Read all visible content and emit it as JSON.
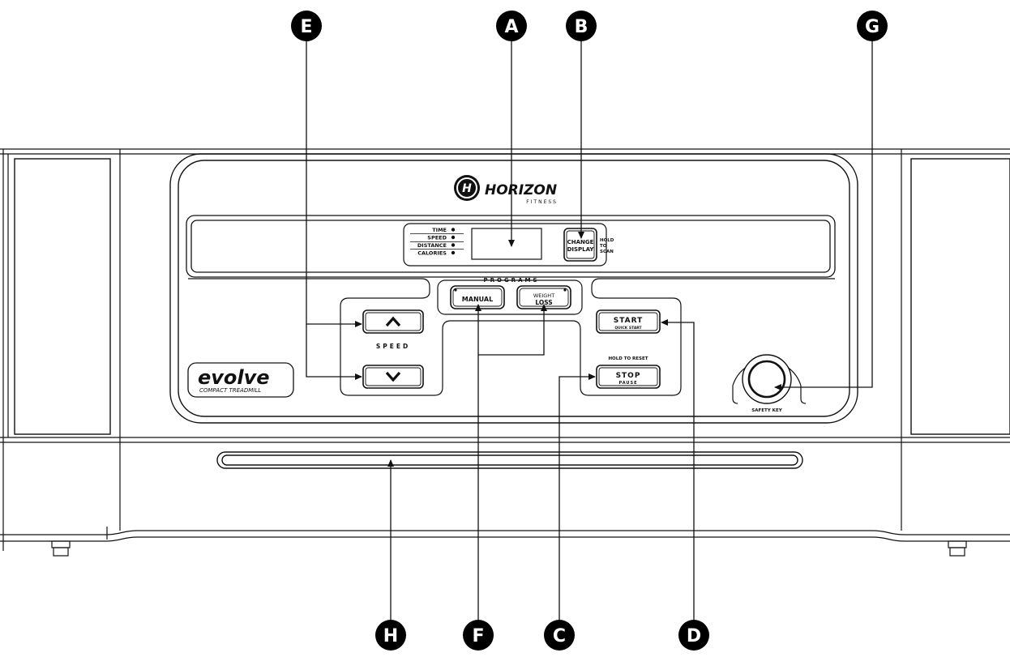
{
  "brand": {
    "name": "HORIZON",
    "sub": "FITNESS"
  },
  "model": {
    "name": "evolve",
    "sub": "COMPACT TREADMILL"
  },
  "display": {
    "indicators": [
      "TIME",
      "SPEED",
      "DISTANCE",
      "CALORIES"
    ],
    "change_display_line1": "CHANGE",
    "change_display_line2": "DISPLAY",
    "hold_line1": "HOLD",
    "hold_line2": "TO",
    "hold_line3": "SCAN"
  },
  "programs": {
    "label": "PROGRAMS",
    "manual": "MANUAL",
    "weight_loss_line1": "WEIGHT",
    "weight_loss_line2": "LOSS"
  },
  "speed": {
    "label": "SPEED",
    "up_icon": "chevron-up-icon",
    "down_icon": "chevron-down-icon"
  },
  "start": {
    "label": "START",
    "sub": "QUICK START"
  },
  "stop": {
    "above": "HOLD TO RESET",
    "label": "STOP",
    "sub": "PAUSE"
  },
  "safety_key": {
    "label": "SAFETY KEY"
  },
  "callouts": [
    "A",
    "B",
    "C",
    "D",
    "E",
    "F",
    "G",
    "H"
  ],
  "colors": {
    "line": "#111111",
    "callout": "#000000",
    "background": "#ffffff"
  }
}
